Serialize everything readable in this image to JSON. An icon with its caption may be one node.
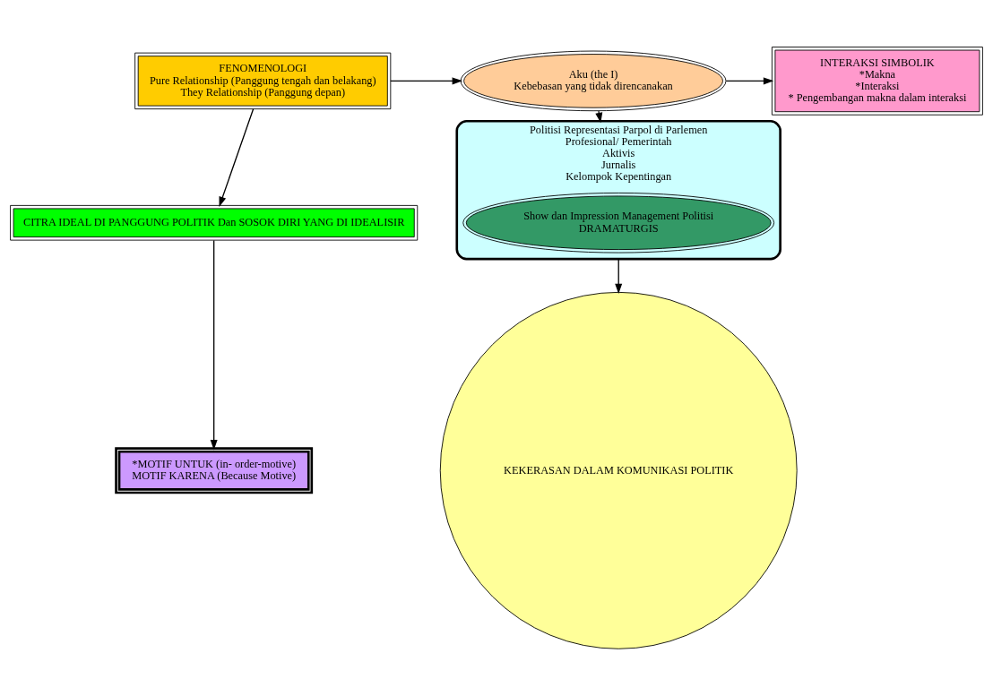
{
  "diagram": {
    "nodes": [
      {
        "text": [
          "FENOMENOLOGI",
          "Pure Relationship (Panggung tengah dan belakang)",
          "They Relationship (Panggung depan)"
        ]
      },
      {
        "text": [
          "Aku (the I)",
          "Kebebasan yang tidak direncanakan"
        ]
      },
      {
        "text": [
          "INTERAKSI SIMBOLIK",
          "*Makna",
          "*Interaksi",
          "* Pengembangan makna dalam interaksi"
        ]
      },
      {
        "text": [
          "CITRA IDEAL DI PANGGUNG POLITIK Dan SOSOK DIRI YANG DI IDEALISIR"
        ]
      },
      {
        "text": [
          "*MOTIF UNTUK (in- order-motive)",
          "MOTIF KARENA (Because Motive)"
        ]
      },
      {
        "text": [
          "Politisi Representasi Parpol di Parlemen",
          "Profesional/ Pemerintah",
          "Aktivis",
          "Jurnalis",
          "Kelompok Kepentingan"
        ]
      },
      {
        "text": [
          "Show dan Impression Management Politisi",
          "DRAMATURGIS"
        ],
        "in": 5
      },
      {
        "text": [
          "KEKERASAN DALAM KOMUNIKASI POLITIK"
        ]
      }
    ],
    "edges": [
      {
        "from": 0,
        "to": 1,
        "arrow": "to"
      },
      {
        "from": 1,
        "to": 2,
        "arrow": "to"
      },
      {
        "from": 1,
        "to": 5,
        "arrow": "to"
      },
      {
        "from": 0,
        "to": 3,
        "arrow": "to"
      },
      {
        "from": 3,
        "to": 4,
        "arrow": "to"
      },
      {
        "from": 5,
        "to": 7,
        "arrow": "to"
      }
    ]
  }
}
